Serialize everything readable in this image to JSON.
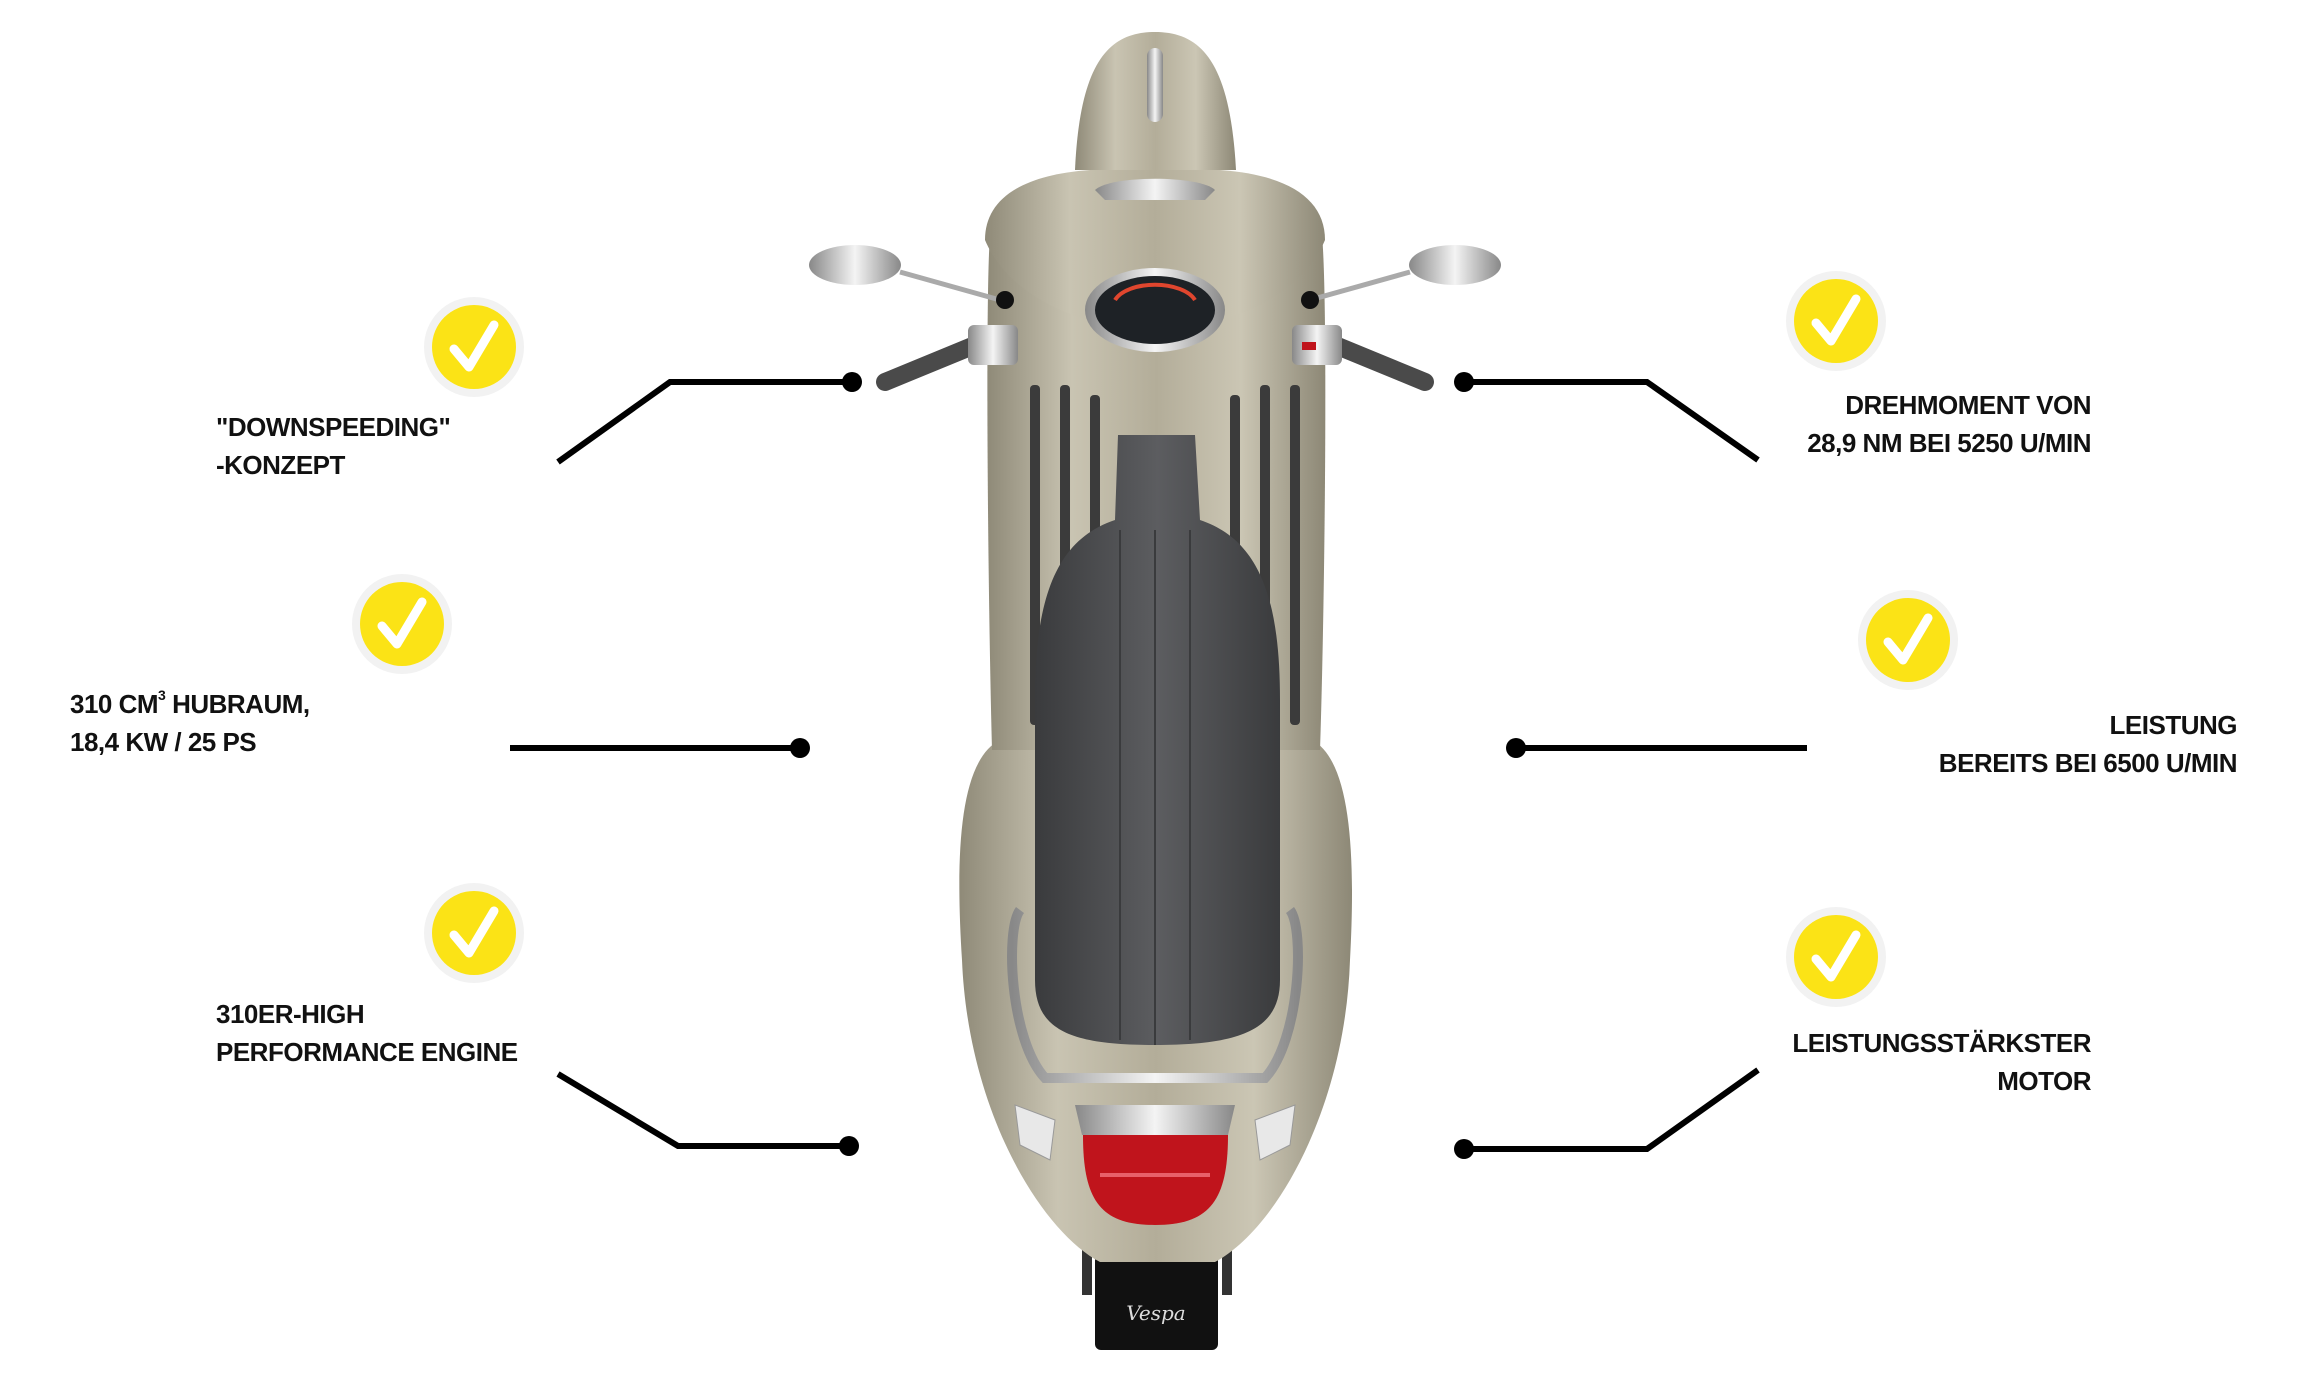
{
  "features_left": [
    {
      "line1": "\"DOWNSPEEDING\"",
      "line2": "-KONZEPT",
      "icon": "check-icon"
    },
    {
      "line1_pre": "310 CM",
      "line1_sup": "3",
      "line1_post": " HUBRAUM,",
      "line2": "18,4 KW / 25 PS",
      "icon": "check-icon"
    },
    {
      "line1": "310ER-HIGH",
      "line2": "PERFORMANCE ENGINE",
      "icon": "check-icon"
    }
  ],
  "features_right": [
    {
      "line1": "DREHMOMENT VON",
      "line2": "28,9 NM BEI 5250 U/MIN",
      "icon": "check-icon"
    },
    {
      "line1": "LEISTUNG",
      "line2": "BEREITS BEI 6500 U/MIN",
      "icon": "check-icon"
    },
    {
      "line1": "LEISTUNGSSTÄRKSTER",
      "line2": "MOTOR",
      "icon": "check-icon"
    }
  ],
  "scooter": {
    "brand_logo": "Vespa",
    "body_color": "#b9b3a0",
    "seat_color": "#4a4b4d",
    "taillight_color": "#c0141c"
  },
  "colors": {
    "accent": "#fbe316",
    "line": "#000000"
  }
}
